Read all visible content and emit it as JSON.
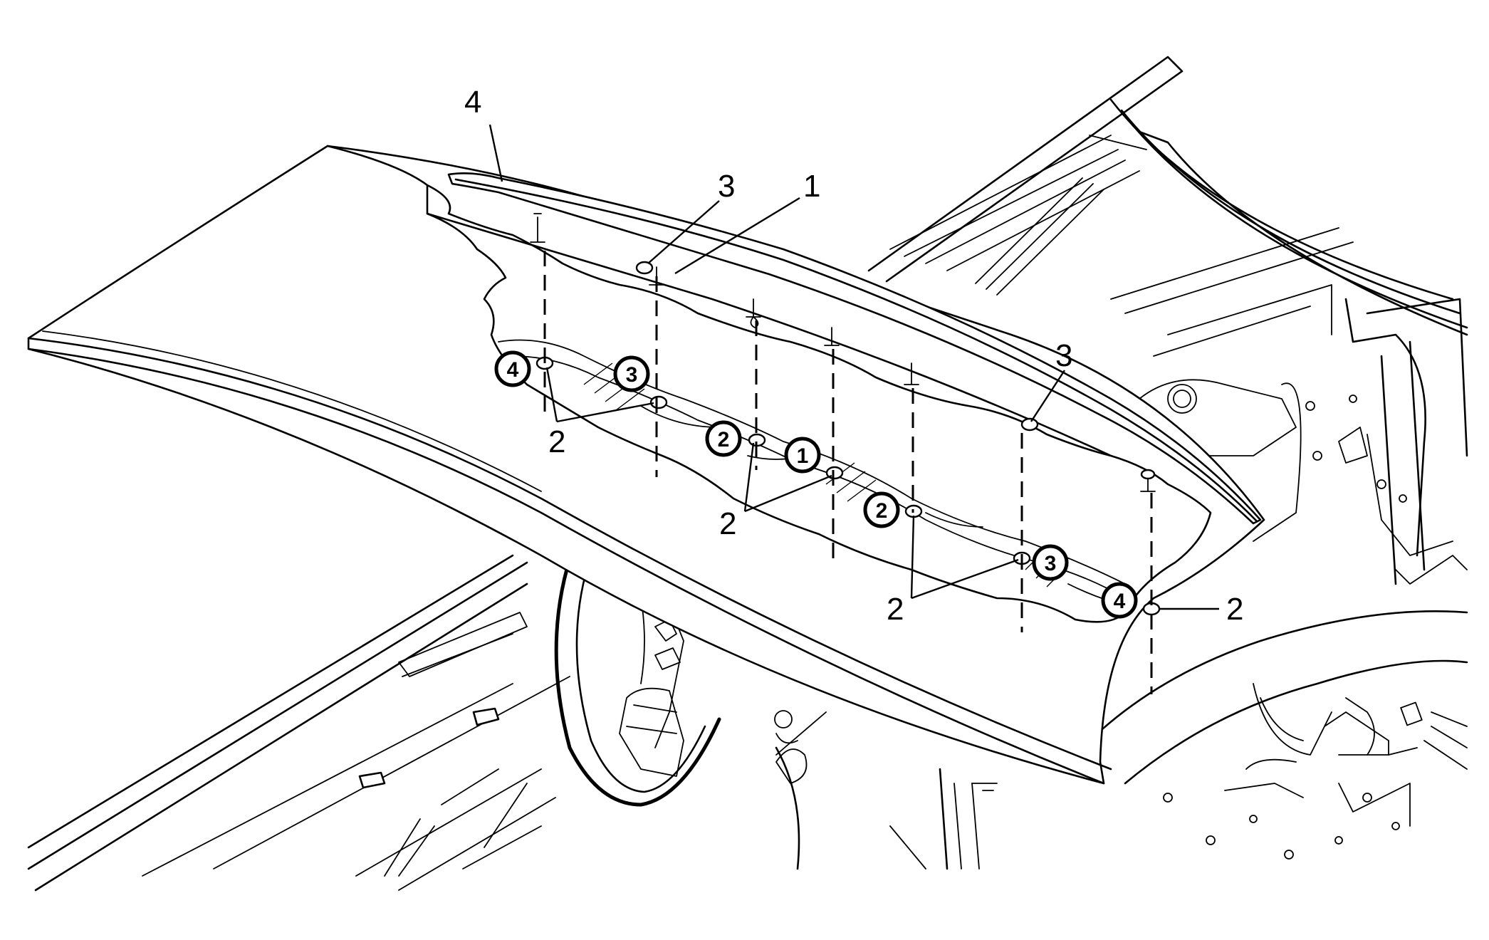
{
  "callouts": {
    "c4_top": "4",
    "c3_top": "3",
    "c1_top": "1",
    "c3_right": "3",
    "c2_left": "2",
    "c2_mid": "2",
    "c2_low": "2",
    "c2_right": "2"
  },
  "steps": {
    "s4_left": "4",
    "s3_left": "3",
    "s2_left": "2",
    "s1_center": "1",
    "s2_center": "2",
    "s3_right": "3",
    "s4_right": "4"
  }
}
